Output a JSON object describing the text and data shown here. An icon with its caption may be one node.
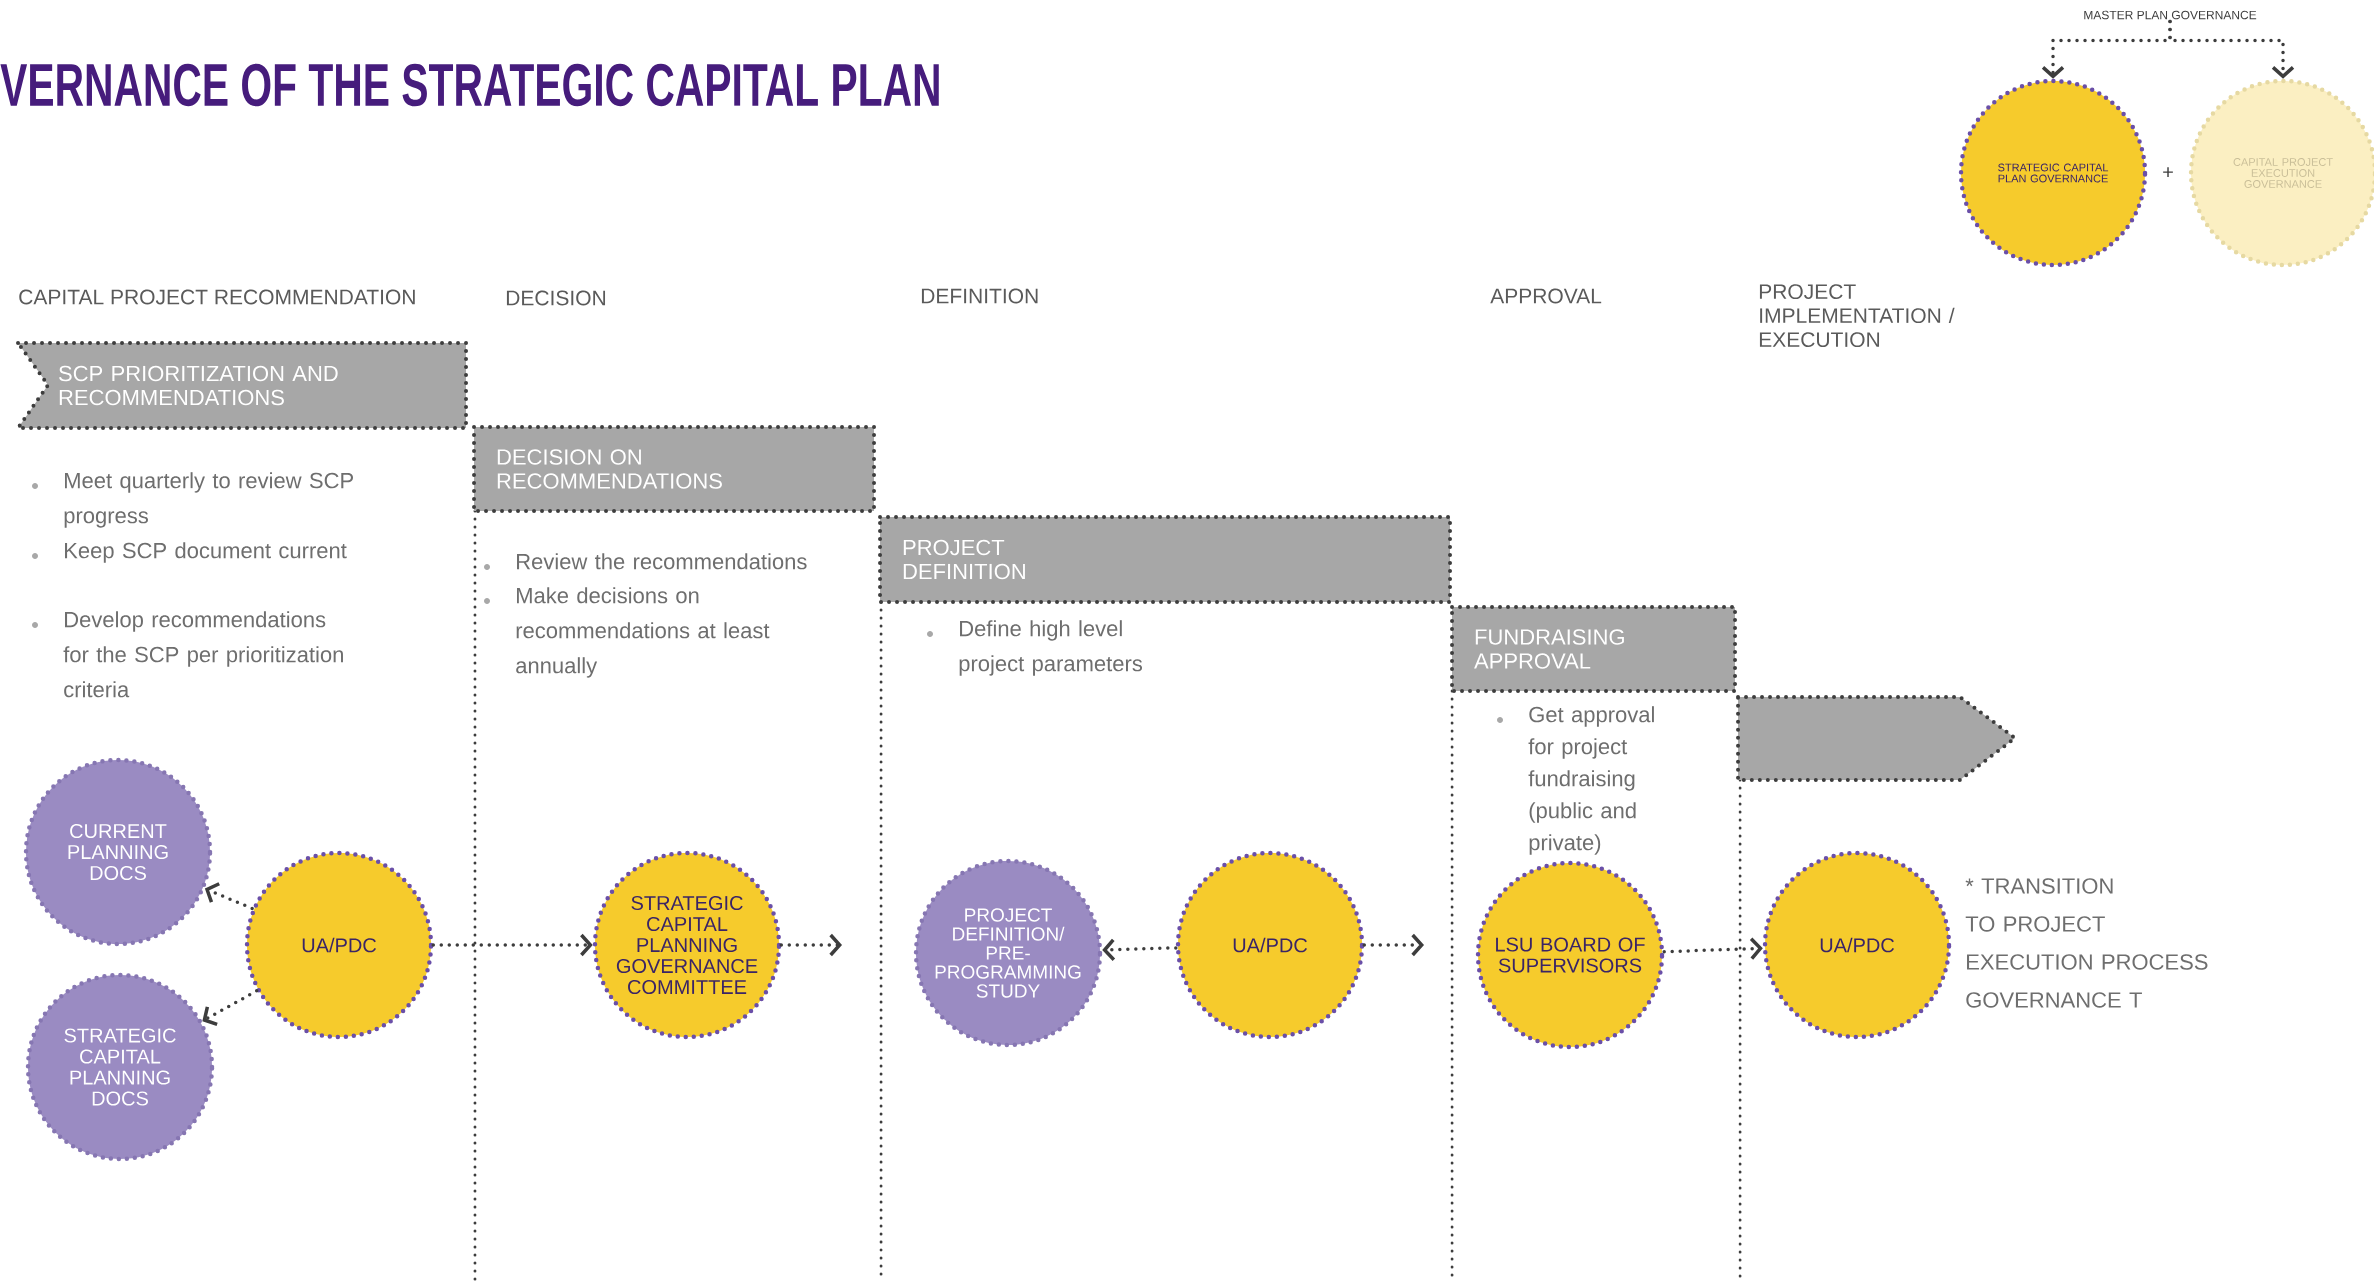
{
  "diagram": {
    "title": "VERNANCE OF THE STRATEGIC CAPITAL PLAN",
    "nodes": [
      {
        "text": [
          "MASTER PLAN GOVERNANCE"
        ]
      },
      {
        "text": [
          "STRATEGIC CAPITAL PLAN GOVERNANCE"
        ]
      },
      {
        "text": [
          "CAPITAL PROJECT EXECUTION GOVERNANCE"
        ]
      },
      {
        "text": [
          "SCP PRIORITIZATION AND RECOMMENDATIONS"
        ]
      },
      {
        "text": [
          "DECISION ON RECOMMENDATIONS"
        ]
      },
      {
        "text": [
          "PROJECT DEFINITION"
        ]
      },
      {
        "text": [
          "FUNDRAISING APPROVAL"
        ]
      },
      {
        "text": [],
        "shape": "arrow"
      },
      {
        "text": [
          "CURRENT PLANNING DOCS"
        ]
      },
      {
        "text": [
          "STRATEGIC CAPITAL PLANNING DOCS"
        ]
      },
      {
        "text": [
          "UA/PDC"
        ]
      },
      {
        "text": [
          "STRATEGIC CAPITAL PLANNING GOVERNANCE COMMITTEE"
        ]
      },
      {
        "text": [
          "PROJECT DEFINITION/ PRE-PROGRAMMING STUDY"
        ]
      },
      {
        "text": [
          "UA/PDC"
        ]
      },
      {
        "text": [
          "LSU BOARD OF SUPERVISORS"
        ]
      },
      {
        "text": [
          "UA/PDC"
        ]
      }
    ],
    "edges": [
      {
        "from": 0,
        "to": 1,
        "arrow": "to"
      },
      {
        "from": 0,
        "to": 2,
        "arrow": "to"
      },
      {
        "from": 10,
        "to": 8,
        "arrow": "to"
      },
      {
        "from": 10,
        "to": 9,
        "arrow": "to"
      },
      {
        "from": 10,
        "to": 11,
        "arrow": "to"
      },
      {
        "from": 11,
        "to": null,
        "arrow": "to"
      },
      {
        "from": 13,
        "to": 12,
        "arrow": "to"
      },
      {
        "from": 13,
        "to": null,
        "arrow": "to"
      },
      {
        "from": 14,
        "to": 15,
        "arrow": "to"
      }
    ],
    "labels": [
      "+",
      "CAPITAL PROJECT RECOMMENDATION",
      "DECISION",
      "DEFINITION",
      "APPROVAL",
      "PROJECT IMPLEMENTATION / EXECUTION",
      "Meet quarterly to review SCP progress",
      "Keep SCP document current",
      "Develop recommendations for the SCP per prioritization criteria",
      "Review the recommendations",
      "Make decisions on recommendations at least annually",
      "Define high level project parameters",
      "Get approval for project fundraising (public and private)",
      "* TRANSITION TO PROJECT EXECUTION PROCESS GOVERNANCE T"
    ]
  }
}
